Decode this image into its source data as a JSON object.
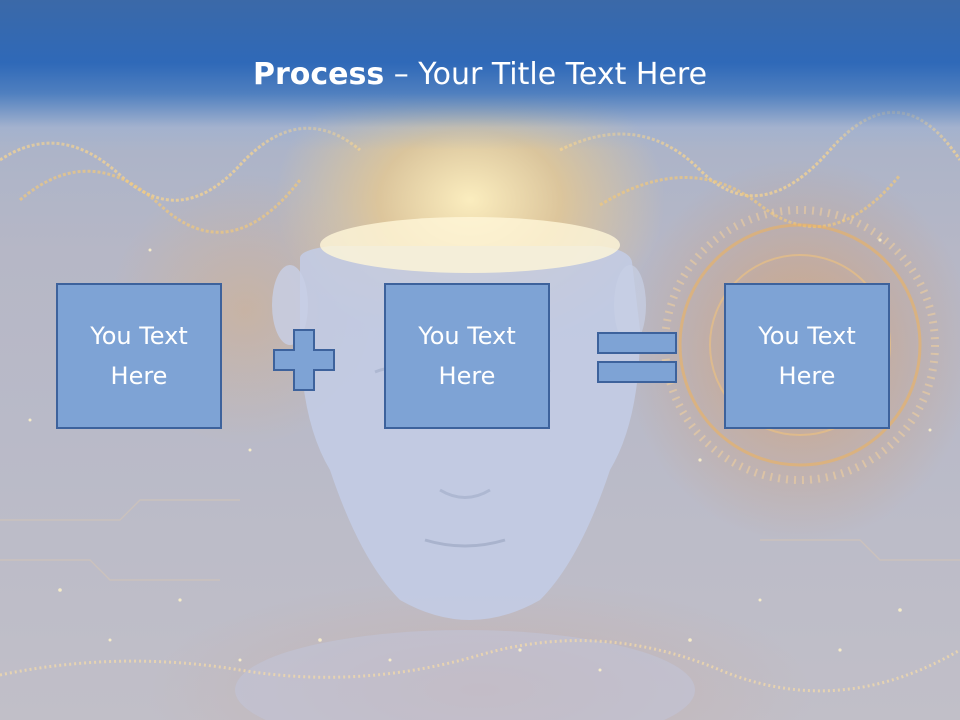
{
  "slide": {
    "title_bold": "Process",
    "title_rest": " – Your Title Text Here",
    "boxes": [
      "You Text\nHere",
      "You Text\nHere",
      "You Text\nHere"
    ],
    "operators": [
      "plus-icon",
      "equals-icon"
    ],
    "colors": {
      "title_bar": "#2f69b8",
      "box_fill": "#7ea3d5",
      "box_border": "#3d629c",
      "text": "#ffffff"
    }
  }
}
